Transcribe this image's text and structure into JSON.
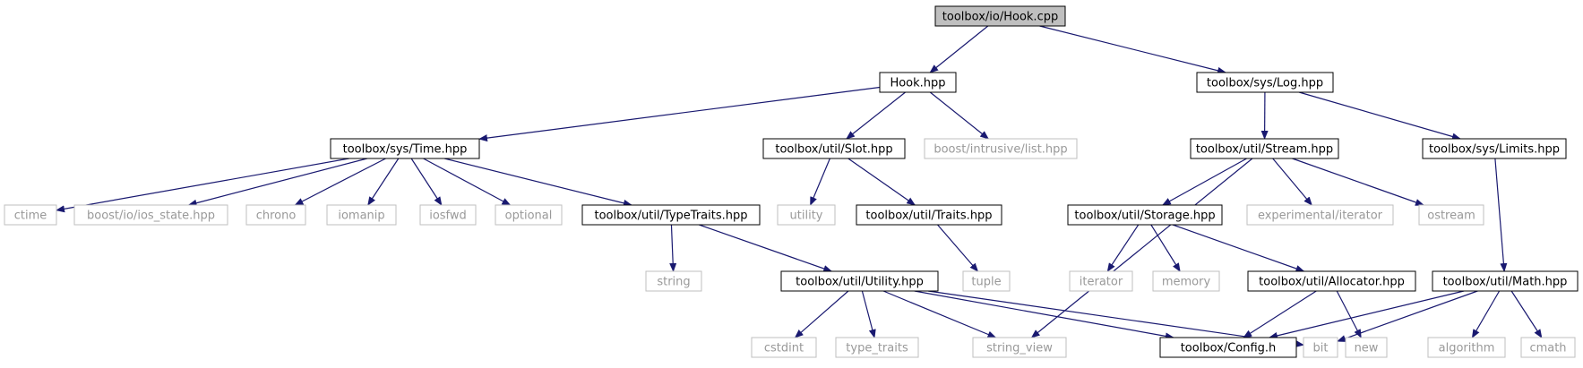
{
  "colors": {
    "edge": "#191970",
    "root_fill": "#bfbfbf",
    "border_internal": "#000000",
    "border_external": "#bfbfbf",
    "text_internal": "#000000",
    "text_external": "#999999"
  },
  "nodes": {
    "root": {
      "label": "toolbox/io/Hook.cpp",
      "kind": "root"
    },
    "hook": {
      "label": "Hook.hpp",
      "kind": "internal"
    },
    "log": {
      "label": "toolbox/sys/Log.hpp",
      "kind": "internal"
    },
    "time": {
      "label": "toolbox/sys/Time.hpp",
      "kind": "internal"
    },
    "slot": {
      "label": "toolbox/util/Slot.hpp",
      "kind": "internal"
    },
    "blist": {
      "label": "boost/intrusive/list.hpp",
      "kind": "external"
    },
    "stream": {
      "label": "toolbox/util/Stream.hpp",
      "kind": "internal"
    },
    "limits": {
      "label": "toolbox/sys/Limits.hpp",
      "kind": "internal"
    },
    "ctime": {
      "label": "ctime",
      "kind": "external"
    },
    "iosstate": {
      "label": "boost/io/ios_state.hpp",
      "kind": "external"
    },
    "chrono": {
      "label": "chrono",
      "kind": "external"
    },
    "iomanip": {
      "label": "iomanip",
      "kind": "external"
    },
    "iosfwd": {
      "label": "iosfwd",
      "kind": "external"
    },
    "optional": {
      "label": "optional",
      "kind": "external"
    },
    "typetraits": {
      "label": "toolbox/util/TypeTraits.hpp",
      "kind": "internal"
    },
    "utility": {
      "label": "utility",
      "kind": "external"
    },
    "traits": {
      "label": "toolbox/util/Traits.hpp",
      "kind": "internal"
    },
    "storage": {
      "label": "toolbox/util/Storage.hpp",
      "kind": "internal"
    },
    "expiter": {
      "label": "experimental/iterator",
      "kind": "external"
    },
    "ostream": {
      "label": "ostream",
      "kind": "external"
    },
    "string": {
      "label": "string",
      "kind": "external"
    },
    "utilhpp": {
      "label": "toolbox/util/Utility.hpp",
      "kind": "internal"
    },
    "tuple": {
      "label": "tuple",
      "kind": "external"
    },
    "iterator": {
      "label": "iterator",
      "kind": "external"
    },
    "memory": {
      "label": "memory",
      "kind": "external"
    },
    "allocator": {
      "label": "toolbox/util/Allocator.hpp",
      "kind": "internal"
    },
    "math": {
      "label": "toolbox/util/Math.hpp",
      "kind": "internal"
    },
    "cstdint": {
      "label": "cstdint",
      "kind": "external"
    },
    "typetr": {
      "label": "type_traits",
      "kind": "external"
    },
    "strview": {
      "label": "string_view",
      "kind": "external"
    },
    "config": {
      "label": "toolbox/Config.h",
      "kind": "internal"
    },
    "bit": {
      "label": "bit",
      "kind": "external"
    },
    "new": {
      "label": "new",
      "kind": "external"
    },
    "algorithm": {
      "label": "algorithm",
      "kind": "external"
    },
    "cmath": {
      "label": "cmath",
      "kind": "external"
    }
  },
  "edges": [
    [
      "root",
      "hook"
    ],
    [
      "root",
      "log"
    ],
    [
      "hook",
      "time"
    ],
    [
      "hook",
      "slot"
    ],
    [
      "hook",
      "blist"
    ],
    [
      "log",
      "stream"
    ],
    [
      "log",
      "limits"
    ],
    [
      "time",
      "ctime"
    ],
    [
      "time",
      "iosstate"
    ],
    [
      "time",
      "chrono"
    ],
    [
      "time",
      "iomanip"
    ],
    [
      "time",
      "iosfwd"
    ],
    [
      "time",
      "optional"
    ],
    [
      "time",
      "typetraits"
    ],
    [
      "slot",
      "utility"
    ],
    [
      "slot",
      "traits"
    ],
    [
      "stream",
      "strview"
    ],
    [
      "stream",
      "storage"
    ],
    [
      "stream",
      "expiter"
    ],
    [
      "stream",
      "ostream"
    ],
    [
      "limits",
      "math"
    ],
    [
      "typetraits",
      "string"
    ],
    [
      "typetraits",
      "utilhpp"
    ],
    [
      "traits",
      "tuple"
    ],
    [
      "storage",
      "iterator"
    ],
    [
      "storage",
      "memory"
    ],
    [
      "storage",
      "allocator"
    ],
    [
      "utilhpp",
      "cstdint"
    ],
    [
      "utilhpp",
      "typetr"
    ],
    [
      "utilhpp",
      "strview"
    ],
    [
      "utilhpp",
      "config"
    ],
    [
      "utilhpp",
      "bit"
    ],
    [
      "allocator",
      "config"
    ],
    [
      "allocator",
      "new"
    ],
    [
      "math",
      "config"
    ],
    [
      "math",
      "bit"
    ],
    [
      "math",
      "algorithm"
    ],
    [
      "math",
      "cmath"
    ]
  ]
}
